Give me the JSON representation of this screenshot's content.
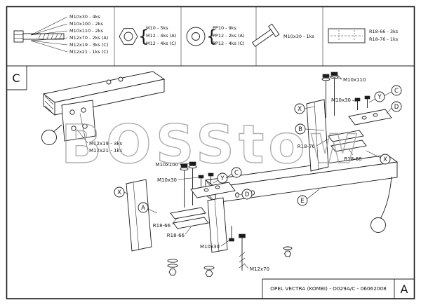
{
  "colors": {
    "line": "#1c1c1c",
    "paper": "#ffffff",
    "watermark": "#9b9b9b"
  },
  "watermark": {
    "text": "BOSStow"
  },
  "frame": {
    "view_letter": "C",
    "page_letter": "A",
    "title": "OPEL VECTRA (KOMBI) - O029A/C - 06062008"
  },
  "parts_strip": {
    "bolt_group": {
      "icon": "hex-bolt-side-icon",
      "items": [
        "M10x30 - 4ks",
        "M10x100 - 2ks",
        "M10x110 - 2ks",
        "M12x70 - 2ks (A)",
        "M12x19 - 3ks (C)",
        "M12x21 - 1ks (C)"
      ]
    },
    "nut_group": {
      "icon": "hex-nut-icon",
      "brace": "{",
      "items": [
        "M10 - 5ks",
        "M12 - 4ks (A)",
        "M12 - 4ks (C)"
      ]
    },
    "washer_group": {
      "icon": "washer-icon",
      "brace": "{",
      "items": [
        "PP10 - 9ks",
        "PP12 - 2ks (A)",
        "PP12 - 4ks (C)"
      ]
    },
    "stud_group": {
      "icon": "angled-bolt-icon",
      "items": [
        "M10x30 - 1ks"
      ]
    },
    "plate_group": {
      "icon": "spacer-plate-icon",
      "items": [
        "R18-66 - 3ks",
        "R18-76 - 1ks"
      ]
    }
  },
  "view_c": {
    "labels": [
      "M12x19 - 3ks",
      "M12x21 - 1ks"
    ]
  },
  "right_assembly": {
    "bolt_long_label": "M10x110",
    "bolt_short_label": "M10x30",
    "plate_top_label": "R18-76",
    "plate_bottom_label": "R18-66",
    "callouts": {
      "x_left": "X",
      "b": "B",
      "y": "Y",
      "c": "C",
      "d": "D",
      "x_right": "X"
    }
  },
  "left_assembly": {
    "bolt_long_label": "M10x100",
    "bolt_short_top_label": "M10x30",
    "bolt_short_bottom_label": "M10x30",
    "plate_top_label": "R18-66",
    "plate_bottom_label": "R18-66",
    "callouts": {
      "x": "X",
      "a": "A",
      "y": "Y",
      "c": "C",
      "d": "D"
    }
  },
  "beam": {
    "callout_e": "E",
    "bolt_label": "M12x70"
  }
}
